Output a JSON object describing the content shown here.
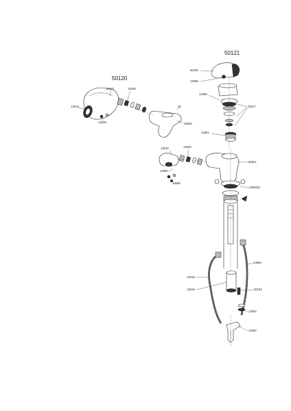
{
  "assemblies": [
    {
      "id": "50120"
    },
    {
      "id": "50121"
    }
  ],
  "parts": {
    "p13010": "13010",
    "p13048": "13048",
    "p13018": "13018",
    "p13049": "13049",
    "p34940": "34940",
    "p50230": "50230",
    "p13096": "13096",
    "p13058": "13058",
    "p23617": "23617",
    "p13051": "13051",
    "p50921": "50921",
    "p13060": "13060",
    "p16588": "16588",
    "p13056": "13056(2)",
    "p23660": "23660",
    "p13016": "13016",
    "p13019": "13019",
    "p50162": "50162",
    "p13052": "13052",
    "p13282": "13282"
  }
}
